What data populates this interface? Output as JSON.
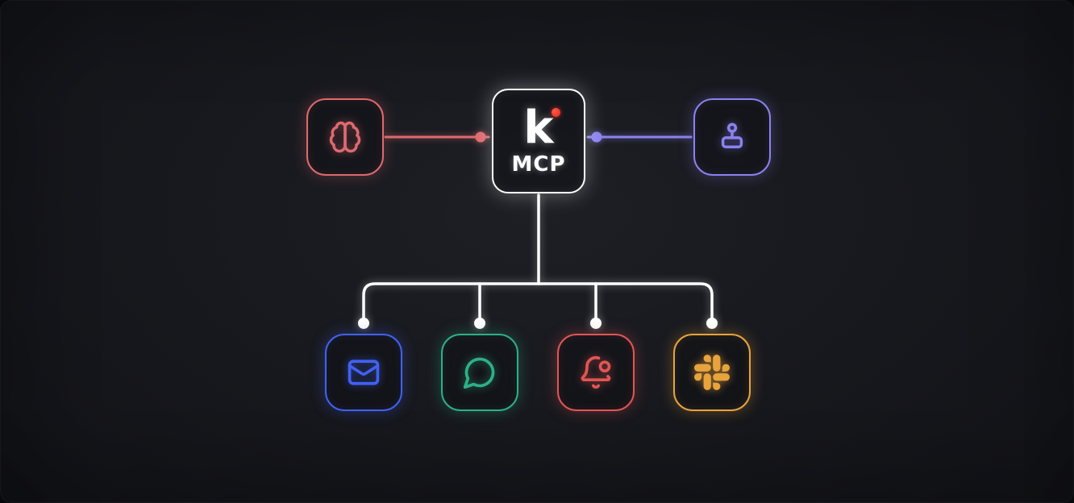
{
  "diagram": {
    "background_color": "#16181d",
    "wire_color": "#ffffff",
    "center_node": {
      "id": "kestra-mcp",
      "logo_letter": "k",
      "label": "MCP",
      "border_color": "#ffffff",
      "logo_dot_color": "#ea3326"
    },
    "left_node": {
      "id": "ai-brain",
      "icon": "brain-icon",
      "color": "#dd6a6f"
    },
    "right_node": {
      "id": "joystick",
      "icon": "joystick-icon",
      "color": "#8b82f0"
    },
    "bottom_nodes": [
      {
        "id": "email",
        "icon": "mail-icon",
        "color": "#4161f1"
      },
      {
        "id": "chat",
        "icon": "message-bubble-icon",
        "color": "#2eb086"
      },
      {
        "id": "notification",
        "icon": "bell-dot-icon",
        "color": "#e25555"
      },
      {
        "id": "slack",
        "icon": "slack-icon",
        "color": "#e8a33d"
      }
    ]
  }
}
